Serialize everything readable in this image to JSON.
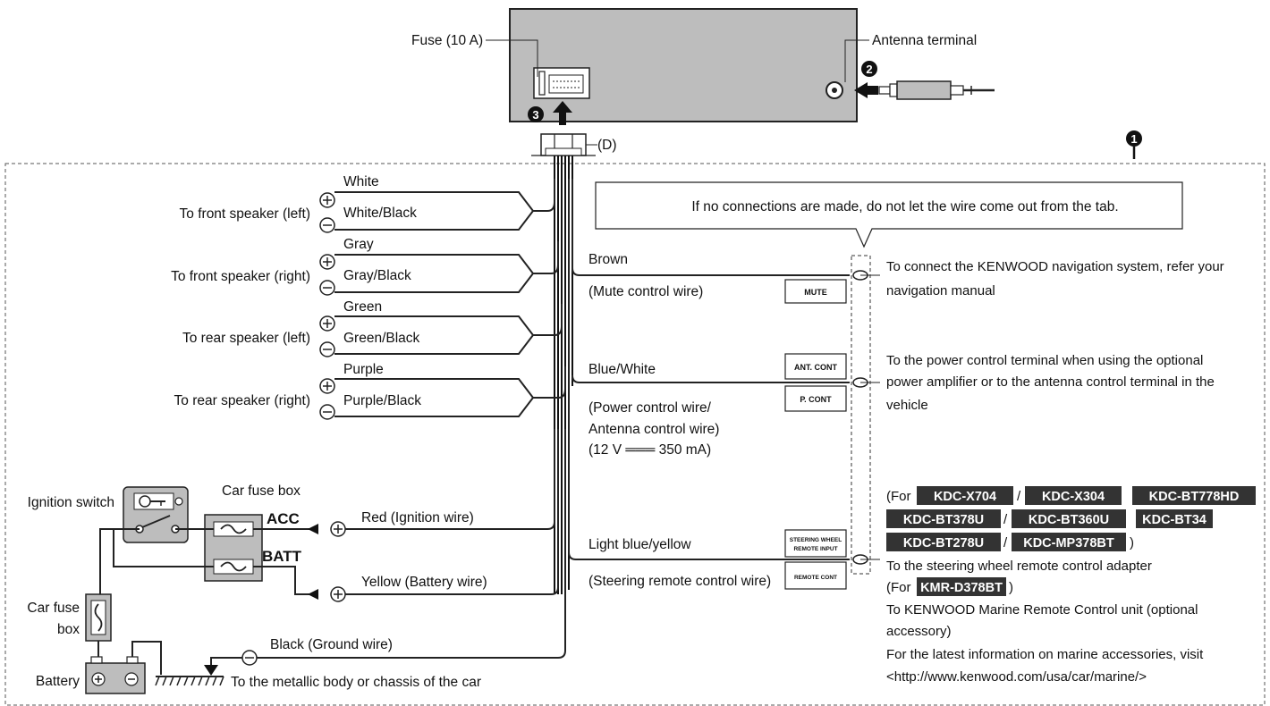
{
  "head_unit": {
    "fuse": "Fuse (10 A)",
    "antenna_terminal": "Antenna terminal",
    "connector_d": "(D)",
    "step1": "1",
    "step2": "2",
    "step3": "3"
  },
  "note_box": "If no connections are made, do not let the wire come out from the tab.",
  "speakers": [
    {
      "label": "To front speaker (left)",
      "plus_wire": "White",
      "minus_wire": "White/Black"
    },
    {
      "label": "To front speaker (right)",
      "plus_wire": "Gray",
      "minus_wire": "Gray/Black"
    },
    {
      "label": "To rear speaker (left)",
      "plus_wire": "Green",
      "minus_wire": "Green/Black"
    },
    {
      "label": "To rear speaker (right)",
      "plus_wire": "Purple",
      "minus_wire": "Purple/Black"
    }
  ],
  "power": {
    "ignition_switch": "Ignition switch",
    "car_fuse_box": "Car fuse box",
    "acc": "ACC",
    "batt": "BATT",
    "car_fuse_box_small_1": "Car fuse",
    "car_fuse_box_small_2": "box",
    "battery": "Battery",
    "red_wire": "Red (Ignition wire)",
    "yellow_wire": "Yellow (Battery wire)",
    "black_wire": "Black (Ground wire)",
    "ground_text": "To the metallic body or chassis of the car"
  },
  "control_wires": {
    "mute": {
      "color": "Brown",
      "desc": "(Mute control wire)",
      "tag": "MUTE",
      "info_1": "To connect the KENWOOD navigation system, refer your",
      "info_2": "navigation manual"
    },
    "pcont": {
      "color": "Blue/White",
      "desc_1": "(Power control wire/",
      "desc_2": "Antenna control wire)",
      "desc_3": "(12 V ═══ 350 mA)",
      "tag_top": "ANT. CONT",
      "tag_bottom": "P. CONT",
      "info_1": "To the power control terminal when using the optional",
      "info_2": "power amplifier or to the antenna control terminal in the",
      "info_3": "vehicle"
    },
    "remote": {
      "color": "Light blue/yellow",
      "desc": "(Steering remote control wire)",
      "tag_top_1": "STEERING WHEEL",
      "tag_top_2": "REMOTE INPUT",
      "tag_bottom": "REMOTE CONT"
    }
  },
  "models": {
    "for_prefix": "(For",
    "line1": [
      "KDC-X704",
      "KDC-X304",
      "KDC-BT778HD"
    ],
    "line2": [
      "KDC-BT378U",
      "KDC-BT360U",
      "KDC-BT34"
    ],
    "line3": [
      "KDC-BT278U",
      "KDC-MP378BT"
    ],
    "sep": "/",
    "close": ")",
    "steering_adapter": "To the steering wheel remote control adapter",
    "kmr": "KMR-D378BT",
    "marine_1": "To KENWOOD Marine Remote Control unit (optional",
    "marine_2": "accessory)",
    "latest": "For the latest information on marine accessories, visit",
    "url": "<http://www.kenwood.com/usa/car/marine/>"
  },
  "symbols": {
    "plus": "+",
    "minus": "−"
  }
}
